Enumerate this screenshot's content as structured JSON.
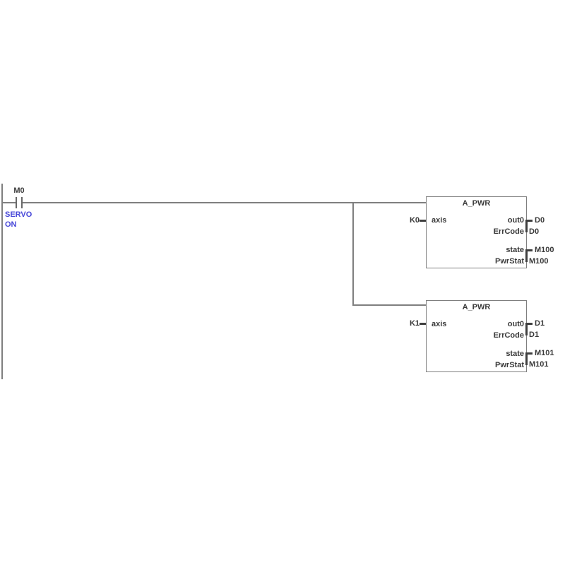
{
  "colors": {
    "wire": "#7f7f7f",
    "element": "#3f3f3f",
    "label": "#3a3a3a",
    "comment": "#4747d8",
    "background": "#ffffff"
  },
  "rung": {
    "contact": {
      "operand": "M0",
      "comment": [
        "SERVO",
        "ON"
      ]
    },
    "blocks": [
      {
        "title": "A_PWR",
        "input": {
          "operand": "K0",
          "pin": "axis"
        },
        "outputs": [
          {
            "pin": "out0",
            "operand": "D0"
          },
          {
            "pin": "ErrCode",
            "operand": "D0"
          },
          {
            "pin": "state",
            "operand": "M100"
          },
          {
            "pin": "PwrStat",
            "operand": "M100"
          }
        ]
      },
      {
        "title": "A_PWR",
        "input": {
          "operand": "K1",
          "pin": "axis"
        },
        "outputs": [
          {
            "pin": "out0",
            "operand": "D1"
          },
          {
            "pin": "ErrCode",
            "operand": "D1"
          },
          {
            "pin": "state",
            "operand": "M101"
          },
          {
            "pin": "PwrStat",
            "operand": "M101"
          }
        ]
      }
    ]
  }
}
